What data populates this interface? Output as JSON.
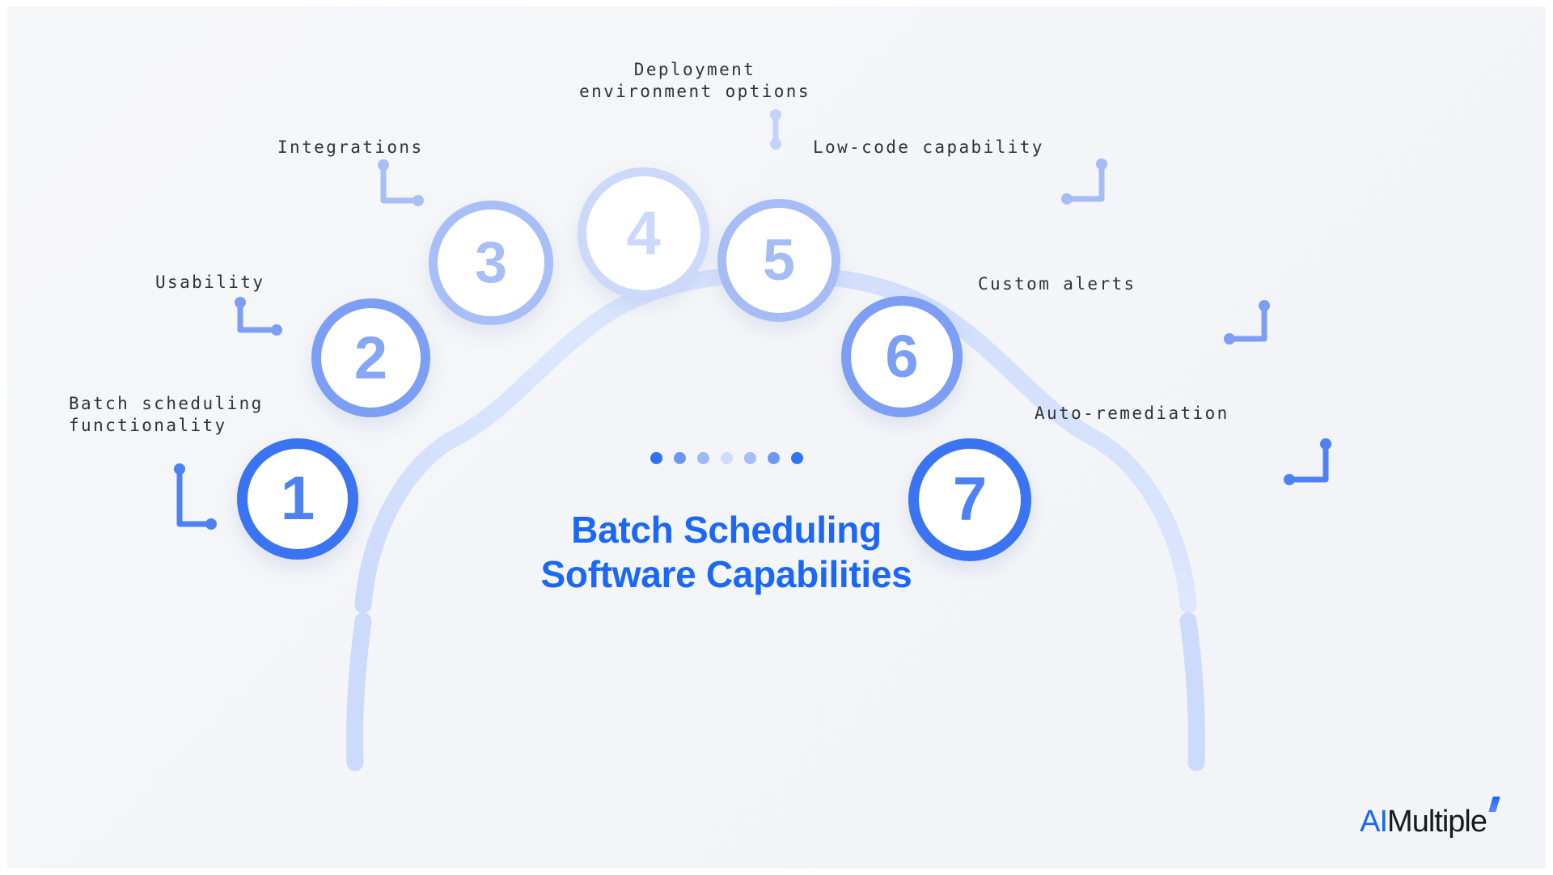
{
  "canvas": {
    "background": "#f4f5f8",
    "frame_color": "#ffffff"
  },
  "center": {
    "title": "Batch Scheduling\nSoftware Capabilities",
    "title_color": "#1a68f5",
    "dots": [
      {
        "color": "#2f72f5"
      },
      {
        "color": "#6e96f6"
      },
      {
        "color": "#9eb8f8"
      },
      {
        "color": "#cedbfb"
      },
      {
        "color": "#a5bdf8"
      },
      {
        "color": "#6e96f6"
      },
      {
        "color": "#2f72f5"
      }
    ]
  },
  "nodes": [
    {
      "number": "1",
      "label": "Batch scheduling\nfunctionality",
      "ring_color": "#3b74f2",
      "num_color": "#4d82f4",
      "connector_color": "#4d82f4"
    },
    {
      "number": "2",
      "label": "Usability",
      "ring_color": "#7d9ef5",
      "num_color": "#87a6f6",
      "connector_color": "#7d9ef5"
    },
    {
      "number": "3",
      "label": "Integrations",
      "ring_color": "#a8bef7",
      "num_color": "#a8bef7",
      "connector_color": "#a8bef7"
    },
    {
      "number": "4",
      "label": "Deployment\nenvironment options",
      "ring_color": "#ccd9fb",
      "num_color": "#ccd9fb",
      "connector_color": "#c3d2fa"
    },
    {
      "number": "5",
      "label": "Low-code capability",
      "ring_color": "#a5bcf5",
      "num_color": "#a5bcf5",
      "connector_color": "#a5bcf5"
    },
    {
      "number": "6",
      "label": "Custom alerts",
      "ring_color": "#7d9ef5",
      "num_color": "#7d9ef5",
      "connector_color": "#7d9ef5"
    },
    {
      "number": "7",
      "label": "Auto-remediation",
      "ring_color": "#3b74f2",
      "num_color": "#4d82f4",
      "connector_color": "#4d82f4"
    }
  ],
  "logo": {
    "prefix": "AI",
    "suffix": "Multiple",
    "prefix_color": "#1a68f5",
    "suffix_color": "#16191d"
  }
}
